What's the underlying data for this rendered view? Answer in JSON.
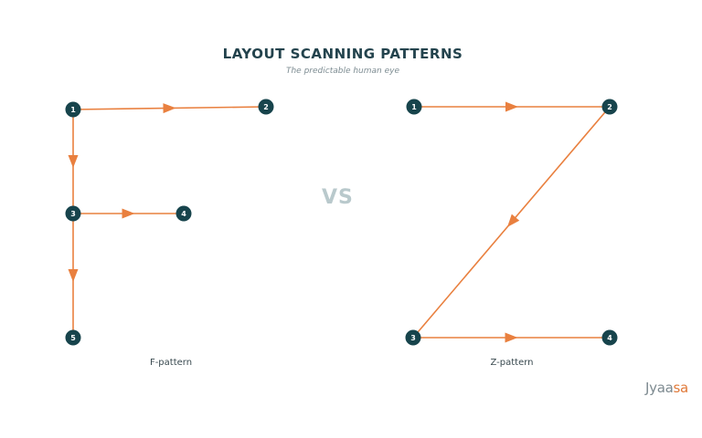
{
  "title": "LAYOUT SCANNING PATTERNS",
  "subtitle": "The predictable human eye",
  "vs_label": "VS",
  "f_pattern": {
    "caption": "F-pattern",
    "nodes": [
      {
        "id": "f1",
        "label": "1"
      },
      {
        "id": "f2",
        "label": "2"
      },
      {
        "id": "f3",
        "label": "3"
      },
      {
        "id": "f4",
        "label": "4"
      },
      {
        "id": "f5",
        "label": "5"
      }
    ],
    "edges": [
      {
        "from": "f1",
        "to": "f2"
      },
      {
        "from": "f1",
        "to": "f3"
      },
      {
        "from": "f3",
        "to": "f4"
      },
      {
        "from": "f3",
        "to": "f5"
      }
    ]
  },
  "z_pattern": {
    "caption": "Z-pattern",
    "nodes": [
      {
        "id": "z1",
        "label": "1"
      },
      {
        "id": "z2",
        "label": "2"
      },
      {
        "id": "z3",
        "label": "3"
      },
      {
        "id": "z4",
        "label": "4"
      }
    ],
    "edges": [
      {
        "from": "z1",
        "to": "z2"
      },
      {
        "from": "z2",
        "to": "z3"
      },
      {
        "from": "z3",
        "to": "z4"
      }
    ]
  },
  "logo": {
    "text_main": "Jyaa",
    "text_accent": "sa"
  },
  "colors": {
    "node": "#17444c",
    "line": "#e9803f",
    "title": "#23434d",
    "vs": "#b9c9cc",
    "logo_accent": "#e07a3a"
  }
}
